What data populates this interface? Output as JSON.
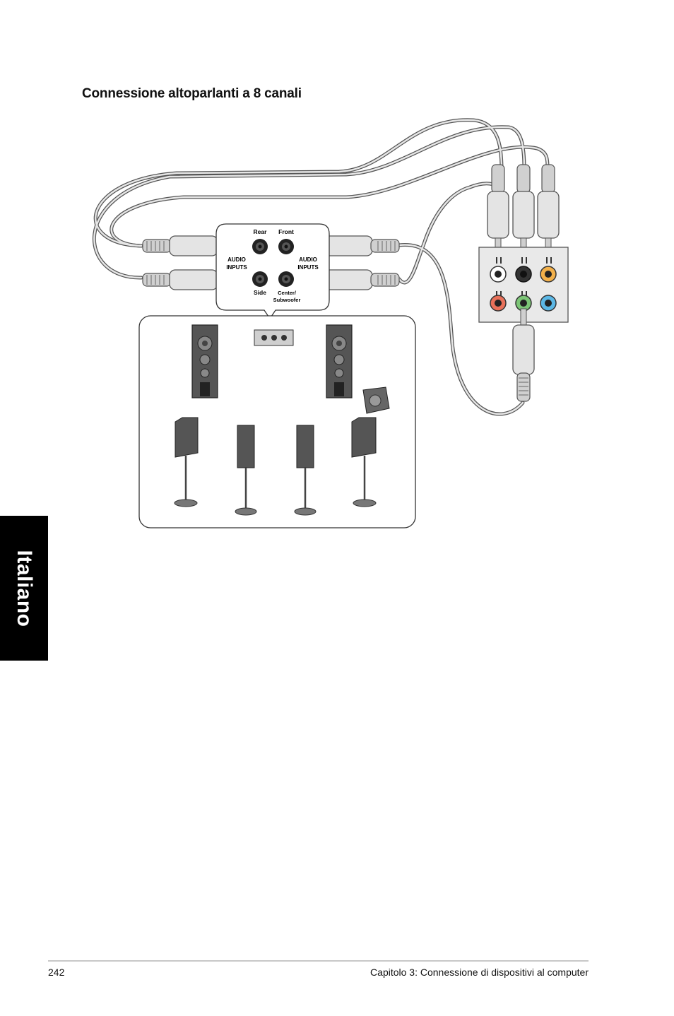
{
  "heading": "Connessione altoparlanti a 8 canali",
  "side_tab": "Italiano",
  "diagram": {
    "rear_label": "Rear",
    "front_label": "Front",
    "audio_inputs_left_1": "AUDIO",
    "audio_inputs_left_2": "INPUTS",
    "audio_inputs_right_1": "AUDIO",
    "audio_inputs_right_2": "INPUTS",
    "side_label": "Side",
    "center_label_1": "Center/",
    "center_label_2": "Subwoofer",
    "colors": {
      "orange_jack": "#f2b04a",
      "pink_jack": "#e8715a",
      "green_jack": "#7cc576",
      "blue_jack": "#5cb8e6"
    }
  },
  "footer": {
    "page_number": "242",
    "chapter": "Capitolo 3: Connessione di dispositivi al computer"
  }
}
